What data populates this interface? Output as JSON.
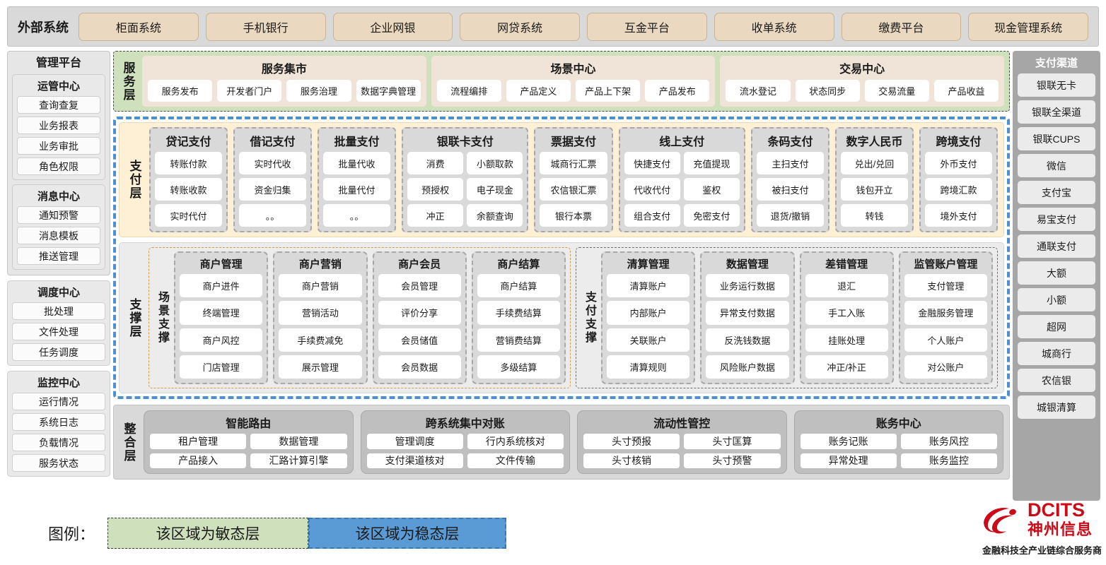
{
  "external": {
    "title": "外部系统",
    "items": [
      "柜面系统",
      "手机银行",
      "企业网银",
      "网贷系统",
      "互金平台",
      "收单系统",
      "缴费平台",
      "现金管理系统"
    ]
  },
  "management": {
    "title": "管理平台",
    "groups": [
      {
        "title": "运管中心",
        "items": [
          "查询查复",
          "业务报表",
          "业务审批",
          "角色权限"
        ]
      },
      {
        "title": "消息中心",
        "items": [
          "通知预警",
          "消息模板",
          "推送管理"
        ]
      }
    ],
    "standalone": [
      {
        "title": "调度中心",
        "items": [
          "批处理",
          "文件处理",
          "任务调度"
        ]
      },
      {
        "title": "监控中心",
        "items": [
          "运行情况",
          "系统日志",
          "负载情况",
          "服务状态"
        ]
      }
    ]
  },
  "channels": {
    "title": "支付渠道",
    "items": [
      "银联无卡",
      "银联全渠道",
      "银联CUPS",
      "微信",
      "支付宝",
      "易宝支付",
      "通联支付",
      "大额",
      "小额",
      "超网",
      "城商行",
      "农信银",
      "城银清算"
    ]
  },
  "service_layer": {
    "label": "服务层",
    "groups": [
      {
        "title": "服务集市",
        "items": [
          "服务发布",
          "开发者门户",
          "服务治理",
          "数据字典管理"
        ]
      },
      {
        "title": "场景中心",
        "items": [
          "流程编排",
          "产品定义",
          "产品上下架",
          "产品发布"
        ]
      },
      {
        "title": "交易中心",
        "items": [
          "流水登记",
          "状态同步",
          "交易流量",
          "产品收益"
        ]
      }
    ]
  },
  "payment_layer": {
    "label": "支付层",
    "groups": [
      {
        "title": "贷记支付",
        "cols": 1,
        "items": [
          "转账付款",
          "转账收款",
          "实时代付"
        ]
      },
      {
        "title": "借记支付",
        "cols": 1,
        "items": [
          "实时代收",
          "资金归集",
          "。。"
        ]
      },
      {
        "title": "批量支付",
        "cols": 1,
        "items": [
          "批量代收",
          "批量代付",
          "。。"
        ]
      },
      {
        "title": "银联卡支付",
        "cols": 2,
        "items": [
          "消费",
          "小额取款",
          "预授权",
          "电子现金",
          "冲正",
          "余额查询"
        ]
      },
      {
        "title": "票据支付",
        "cols": 1,
        "items": [
          "城商行汇票",
          "农信银汇票",
          "银行本票"
        ]
      },
      {
        "title": "线上支付",
        "cols": 2,
        "items": [
          "快捷支付",
          "充值提现",
          "代收代付",
          "鉴权",
          "组合支付",
          "免密支付"
        ]
      },
      {
        "title": "条码支付",
        "cols": 1,
        "items": [
          "主扫支付",
          "被扫支付",
          "退货/撤销"
        ]
      },
      {
        "title": "数字人民币",
        "cols": 1,
        "items": [
          "兑出/兑回",
          "钱包开立",
          "转钱"
        ]
      },
      {
        "title": "跨境支付",
        "cols": 1,
        "items": [
          "外币支付",
          "跨境汇款",
          "境外支付"
        ]
      }
    ]
  },
  "support_layer": {
    "label": "支撑层",
    "scene": {
      "label": "场景支撑",
      "groups": [
        {
          "title": "商户管理",
          "items": [
            "商户进件",
            "终端管理",
            "商户风控",
            "门店管理"
          ]
        },
        {
          "title": "商户营销",
          "items": [
            "商户营销",
            "营销活动",
            "手续费减免",
            "展示管理"
          ]
        },
        {
          "title": "商户会员",
          "items": [
            "会员管理",
            "评价分享",
            "会员储值",
            "会员数据"
          ]
        },
        {
          "title": "商户结算",
          "items": [
            "商户结算",
            "手续费结算",
            "营销费结算",
            "多级结算"
          ]
        }
      ]
    },
    "paysupport": {
      "label": "支付支撑",
      "groups": [
        {
          "title": "清算管理",
          "items": [
            "清算账户",
            "内部账户",
            "关联账户",
            "清算规则"
          ]
        },
        {
          "title": "数据管理",
          "items": [
            "业务运行数据",
            "异常支付数据",
            "反洗钱数据",
            "风险账户数据"
          ]
        },
        {
          "title": "差错管理",
          "items": [
            "退汇",
            "手工入账",
            "挂账处理",
            "冲正/补正"
          ]
        },
        {
          "title": "监管账户管理",
          "items": [
            "支付管理",
            "金融服务管理",
            "个人账户",
            "对公账户"
          ]
        }
      ]
    }
  },
  "integration_layer": {
    "label": "整合层",
    "groups": [
      {
        "title": "智能路由",
        "items": [
          "租户管理",
          "数据管理",
          "产品接入",
          "汇路计算引擎"
        ]
      },
      {
        "title": "跨系统集中对账",
        "items": [
          "管理调度",
          "行内系统核对",
          "支付渠道核对",
          "文件传输"
        ]
      },
      {
        "title": "流动性管控",
        "items": [
          "头寸预报",
          "头寸匡算",
          "头寸核销",
          "头寸预警"
        ]
      },
      {
        "title": "账务中心",
        "items": [
          "账务记账",
          "账务风控",
          "异常处理",
          "账务监控"
        ]
      }
    ]
  },
  "legend": {
    "label": "图例：",
    "agile": "该区域为敏态层",
    "stable": "该区域为稳态层",
    "agile_color": "#cfe0bd",
    "stable_color": "#5b9bd5"
  },
  "logo": {
    "en": "DCITS",
    "cn": "神州信息",
    "tagline": "金融科技全产业链综合服务商",
    "color": "#cc0a18"
  }
}
